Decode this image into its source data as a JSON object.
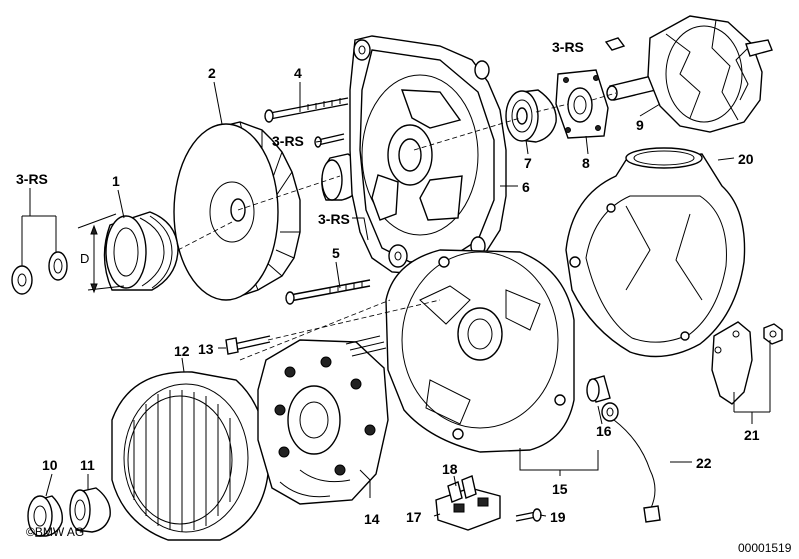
{
  "diagram": {
    "labels": {
      "p1": "1",
      "p2": "2",
      "p3rs_a": "3-RS",
      "p3rs_b": "3-RS",
      "p3rs_c": "3-RS",
      "p3rs_d": "3-RS",
      "p4": "4",
      "p5": "5",
      "p6": "6",
      "p7": "7",
      "p8": "8",
      "p9": "9",
      "p10": "10",
      "p11": "11",
      "p12": "12",
      "p13": "13",
      "p14": "14",
      "p15": "15",
      "p16": "16",
      "p17": "17",
      "p18": "18",
      "p19": "19",
      "p20": "20",
      "p21": "21",
      "p22": "22",
      "dim_d": "D"
    },
    "copyright": "©BMW AG",
    "image_number": "00001519"
  }
}
